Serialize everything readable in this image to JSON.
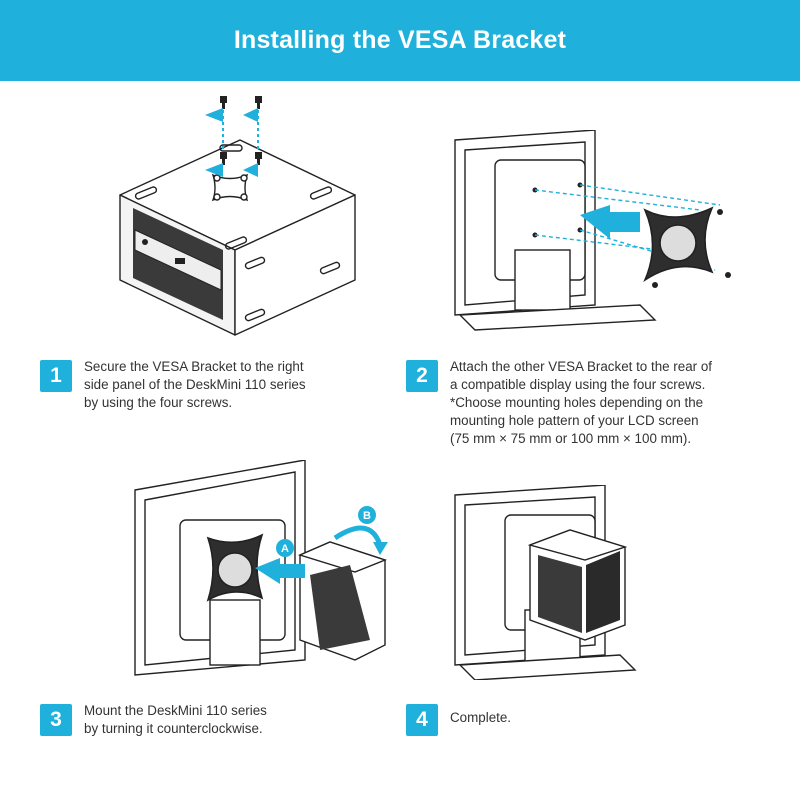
{
  "header": {
    "title": "Installing the VESA Bracket"
  },
  "colors": {
    "accent": "#1fb1dc",
    "text": "#333333"
  },
  "figures": {
    "step3": {
      "label_a": "A",
      "label_b": "B"
    }
  },
  "steps": [
    {
      "number": "1",
      "lines": [
        "Secure the VESA Bracket to the right",
        "side panel of the DeskMini 110 series",
        "by using the four screws."
      ]
    },
    {
      "number": "2",
      "lines": [
        "Attach the other VESA Bracket to the rear of",
        "a compatible display using the four screws.",
        "*Choose mounting holes depending on the",
        "mounting hole pattern of your LCD screen",
        "(75 mm × 75 mm or 100 mm × 100 mm)."
      ]
    },
    {
      "number": "3",
      "lines": [
        "Mount the DeskMini 110 series",
        "by turning it counterclockwise."
      ]
    },
    {
      "number": "4",
      "lines": [
        "Complete."
      ]
    }
  ]
}
